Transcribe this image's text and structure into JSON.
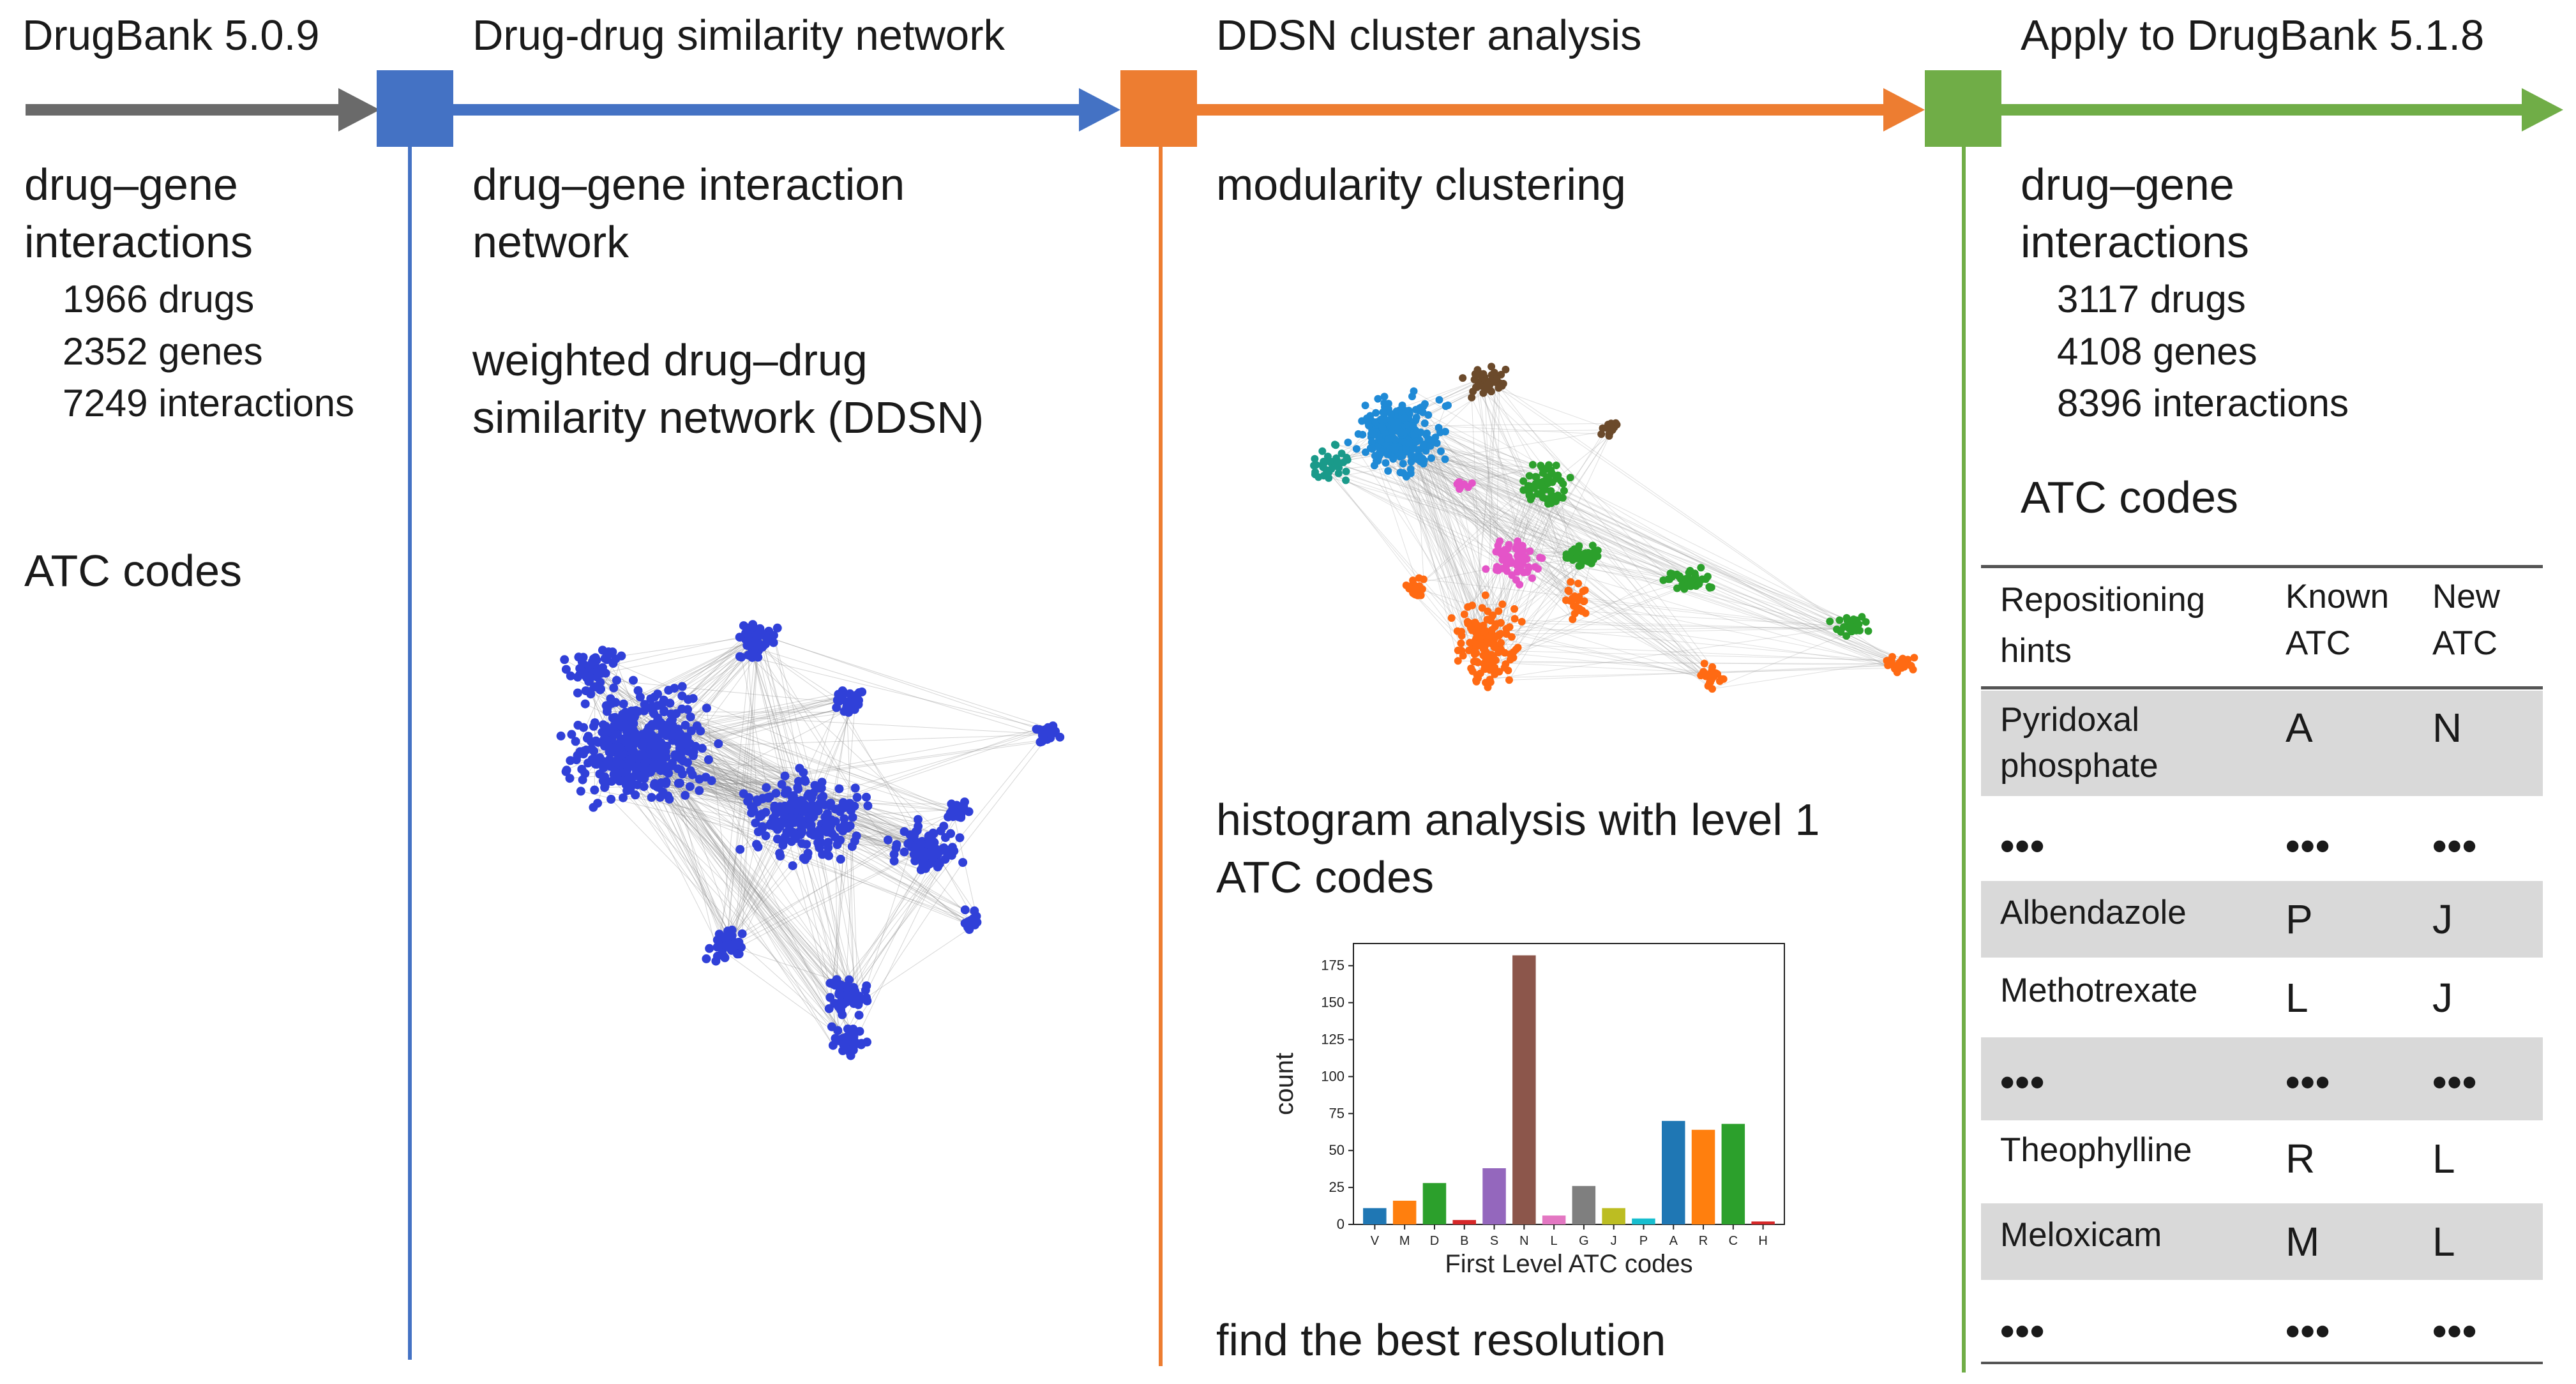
{
  "stages": [
    {
      "title": "DrugBank 5.0.9",
      "color": "#6a6a6a"
    },
    {
      "title": "Drug-drug similarity network",
      "color": "#4472c4"
    },
    {
      "title": "DDSN cluster analysis",
      "color": "#ed7d31"
    },
    {
      "title": "Apply to DrugBank 5.1.8",
      "color": "#70ad47"
    }
  ],
  "col1": {
    "heading_line1": "drug–gene",
    "heading_line2": "interactions",
    "drugs": "1966 drugs",
    "genes": "2352 genes",
    "interactions": "7249 interactions",
    "atc": "ATC codes"
  },
  "col2": {
    "line1": "drug–gene interaction",
    "line2": "network",
    "line3": "weighted drug–drug",
    "line4": "similarity network (DDSN)"
  },
  "col3": {
    "line1": "modularity clustering",
    "line2": "histogram analysis with level 1",
    "line3": "ATC codes",
    "line4": "find the best resolution"
  },
  "col4": {
    "heading_line1": "drug–gene",
    "heading_line2": "interactions",
    "drugs": "3117 drugs",
    "genes": "4108 genes",
    "interactions": "8396 interactions",
    "atc": "ATC codes"
  },
  "table": {
    "headers": {
      "h1a": "Repositioning",
      "h1b": "hints",
      "h2a": "Known",
      "h2b": "ATC",
      "h3a": "New",
      "h3b": "ATC"
    },
    "rows": [
      {
        "name": "Pyridoxal",
        "name2": "phosphate",
        "known": "A",
        "new": "N"
      },
      {
        "name": "•••",
        "known": "•••",
        "new": "•••"
      },
      {
        "name": "Albendazole",
        "known": "P",
        "new": "J"
      },
      {
        "name": "Methotrexate",
        "known": "L",
        "new": "J"
      },
      {
        "name": "•••",
        "known": "•••",
        "new": "•••"
      },
      {
        "name": "Theophylline",
        "known": "R",
        "new": "L"
      },
      {
        "name": "Meloxicam",
        "known": "M",
        "new": "L"
      },
      {
        "name": "•••",
        "known": "•••",
        "new": "•••"
      }
    ]
  },
  "chart_data": {
    "type": "bar",
    "categories": [
      "V",
      "M",
      "D",
      "B",
      "S",
      "N",
      "L",
      "G",
      "J",
      "P",
      "A",
      "R",
      "C",
      "H"
    ],
    "values": [
      11,
      16,
      28,
      3,
      38,
      182,
      6,
      26,
      11,
      4,
      70,
      64,
      68,
      2
    ],
    "colors": [
      "#1f77b4",
      "#ff7f0e",
      "#2ca02c",
      "#d62728",
      "#9467bd",
      "#8c564b",
      "#e377c2",
      "#7f7f7f",
      "#bcbd22",
      "#17becf",
      "#1f77b4",
      "#ff7f0e",
      "#2ca02c",
      "#d62728"
    ],
    "yticks": [
      "0",
      "25",
      "50",
      "75",
      "100",
      "125",
      "150",
      "175"
    ],
    "ytick_values": [
      0,
      25,
      50,
      75,
      100,
      125,
      150,
      175
    ],
    "xlabel": "First Level ATC codes",
    "ylabel": "count",
    "ylim": [
      0,
      190
    ]
  }
}
